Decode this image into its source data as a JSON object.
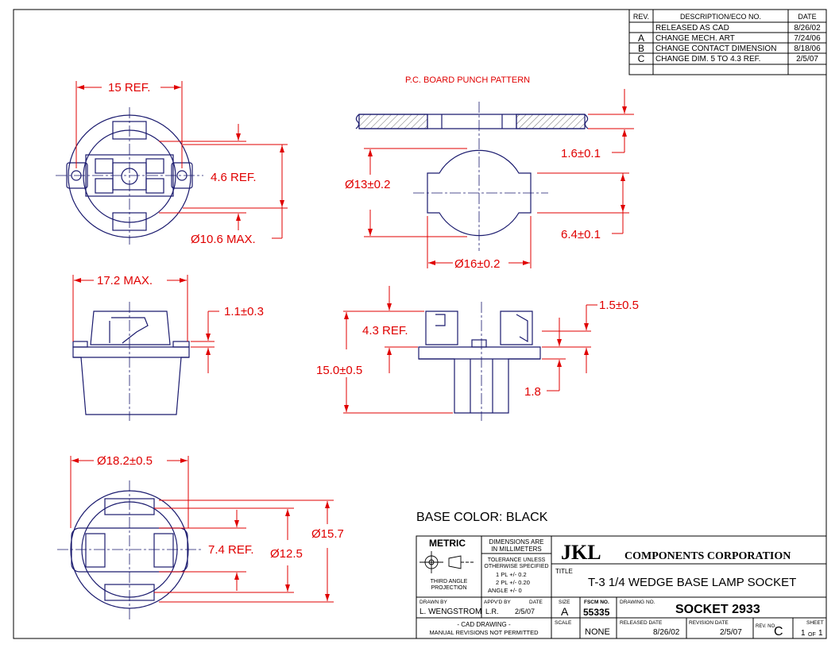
{
  "revision_table": {
    "headers": [
      "REV.",
      "DESCRIPTION/ECO NO.",
      "DATE"
    ],
    "rows": [
      {
        "rev": "",
        "desc": "RELEASED AS CAD",
        "date": "8/26/02"
      },
      {
        "rev": "A",
        "desc": "CHANGE MECH. ART",
        "date": "7/24/06"
      },
      {
        "rev": "B",
        "desc": "CHANGE CONTACT DIMENSION",
        "date": "8/18/06"
      },
      {
        "rev": "C",
        "desc": "CHANGE  DIM. 5 TO 4.3 REF.",
        "date": "2/5/07"
      }
    ]
  },
  "views": {
    "top": {
      "dim_width": "15 REF.",
      "dim_height": "4.6 REF.",
      "dim_diameter": "Ø10.6 MAX."
    },
    "pcb": {
      "title": "P.C. BOARD PUNCH PATTERN",
      "dim_thickness": "1.6±0.1",
      "dim_diameter": "Ø13±0.2",
      "dim_height": "6.4±0.1",
      "dim_width": "Ø16±0.2"
    },
    "side": {
      "dim_width": "17.2 MAX.",
      "dim_gap": "1.1±0.3"
    },
    "side2": {
      "dim_ref": "4.3 REF.",
      "dim_gap": "1.5±0.5",
      "dim_height": "15.0±0.5",
      "dim_flange": "1.8"
    },
    "bottom": {
      "dim_diameter": "Ø18.2±0.5",
      "dim_ref": "7.4 REF.",
      "dim_inner": "Ø12.5",
      "dim_outer": "Ø15.7"
    }
  },
  "base_color": "BASE COLOR:  BLACK",
  "title_block": {
    "metric": "METRIC",
    "projection": [
      "THIRD ANGLE",
      "PROJECTION"
    ],
    "dimensions": [
      "DIMENSIONS ARE",
      "IN MILLIMETERS"
    ],
    "tolerance": [
      "TOLERANCE UNLESS",
      "OTHERWISE SPECIFIED"
    ],
    "tol_values": [
      "1 PL +/-  0.2",
      "2 PL +/-  0.20",
      "ANGLE +/-  0"
    ],
    "company_logo": "JKL",
    "company_name": "COMPONENTS  CORPORATION",
    "title_label": "TITLE",
    "title": "T-3 1/4 WEDGE BASE LAMP SOCKET",
    "drawn_by_label": "DRAWN BY",
    "drawn_by": "L. WENGSTROM",
    "appvd_label": "APPV'D BY",
    "appvd": "L.R.",
    "date_label": "DATE",
    "date": "2/5/07",
    "size_label": "SIZE",
    "size": "A",
    "fscm_label": "FSCM NO.",
    "fscm": "55335",
    "drawing_no_label": "DRAWING NO.",
    "drawing_no": "SOCKET 2933",
    "cad_note": [
      "- CAD DRAWING -",
      "MANUAL REVISIONS NOT PERMITTED"
    ],
    "scale_label": "SCALE",
    "scale": "NONE",
    "released_label": "RELEASED DATE",
    "released": "8/26/02",
    "revision_label": "REVISION DATE",
    "revision": "2/5/07",
    "rev_label": "REV. NO.",
    "rev": "C",
    "sheet_label": "SHEET",
    "sheet": "1",
    "sheet_of": "OF",
    "sheet_total": "1"
  }
}
